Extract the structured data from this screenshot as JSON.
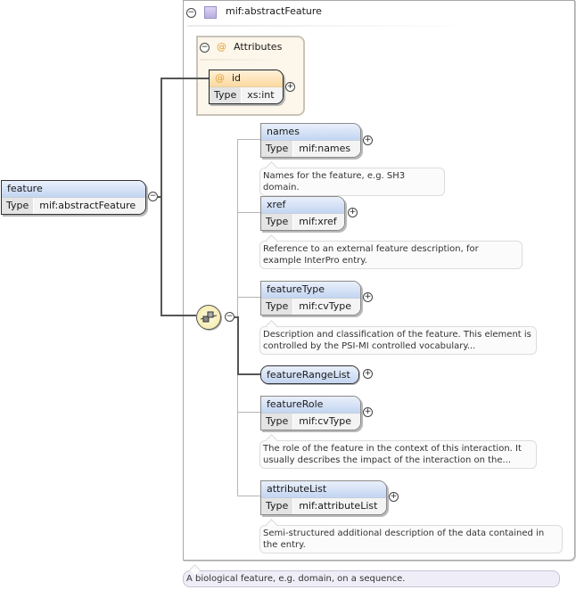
{
  "root": {
    "name": "feature",
    "type_label": "Type",
    "type_value": "mif:abstractFeature",
    "doc": "A biological feature, e.g. domain, on a sequence."
  },
  "complex_type": {
    "title": "mif:abstractFeature",
    "icon": "complex-type-square-icon",
    "color": "#c9c0ea"
  },
  "attributes": {
    "title": "Attributes",
    "icon": "at-sign-icon",
    "items": [
      {
        "name": "id",
        "type_label": "Type",
        "type_value": "xs:int"
      }
    ]
  },
  "sequence": {
    "icon": "sequence-compositor-icon",
    "children": [
      {
        "name": "names",
        "type_label": "Type",
        "type_value": "mif:names",
        "doc": "Names for the feature, e.g. SH3 domain."
      },
      {
        "name": "xref",
        "type_label": "Type",
        "type_value": "mif:xref",
        "doc": "Reference to an external feature description, for example InterPro entry."
      },
      {
        "name": "featureType",
        "type_label": "Type",
        "type_value": "mif:cvType",
        "doc": "Description and classification of the feature. This element is controlled by the PSI-MI controlled vocabulary..."
      },
      {
        "name": "featureRangeList"
      },
      {
        "name": "featureRole",
        "type_label": "Type",
        "type_value": "mif:cvType",
        "doc": "The role of the feature in the context of this interaction. It usually describes the impact of the interaction on the..."
      },
      {
        "name": "attributeList",
        "type_label": "Type",
        "type_value": "mif:attributeList",
        "doc": "Semi-structured additional description of the data contained in the entry."
      }
    ]
  },
  "colors": {
    "element_header": "#c3d5f1",
    "attribute_header": "#fde2b5",
    "attribute_group_bg": "#fdf6ea",
    "compositor": "#f8f0b0"
  }
}
